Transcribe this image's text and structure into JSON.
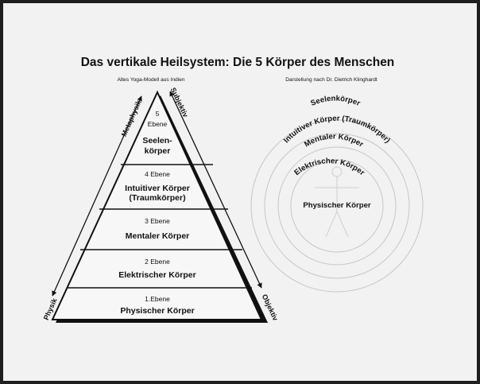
{
  "title": "Das vertikale Heilsystem: Die 5 Körper des Menschen",
  "captions": {
    "left": "Altes Yoga-Modell aus Indien",
    "right": "Darstellung nach Dr. Dietrich Klinghardt"
  },
  "axes": {
    "metaphysik": "Metaphysik",
    "physik": "Physik",
    "subjektiv": "Subjektiv",
    "objektiv": "Objektiv"
  },
  "pyramid": [
    {
      "level": "5",
      "level_word": "Ebene",
      "lines": [
        "Seelen-",
        "körper"
      ]
    },
    {
      "level": "4 Ebene",
      "lines": [
        "Intuitiver Körper",
        "(Traumkörper)"
      ]
    },
    {
      "level": "3 Ebene",
      "lines": [
        "Mentaler Körper"
      ]
    },
    {
      "level": "2 Ebene",
      "lines": [
        "Elektrischer Körper"
      ]
    },
    {
      "level": "1.Ebene",
      "lines": [
        "Physischer Körper"
      ]
    }
  ],
  "rings": {
    "seelen": "Seelenkörper",
    "intuitiv": "Intuitiver Körper (Traumkörper)",
    "mental": "Mentaler Körper",
    "elektrisch": "Elektrischer Körper",
    "physisch": "Physischer Körper"
  },
  "colors": {
    "background": "#f2f2f2",
    "ink": "#111111",
    "frame": "#1f1f1f"
  }
}
